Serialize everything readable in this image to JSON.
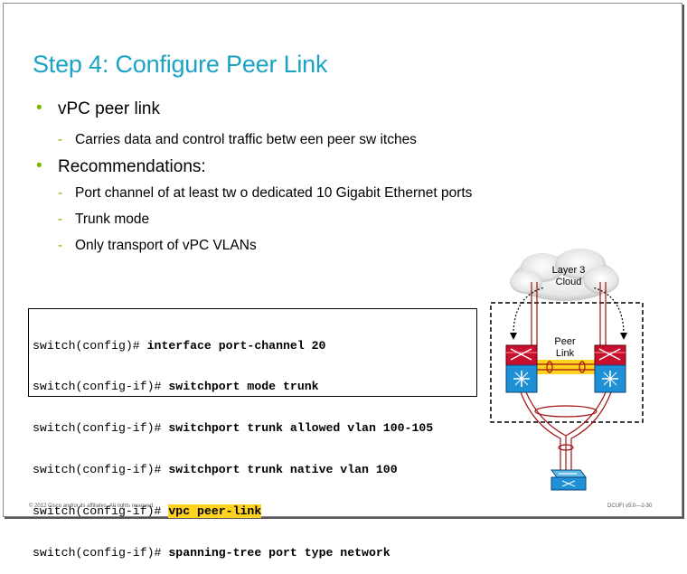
{
  "slide": {
    "title": "Step 4: Configure  Peer Link",
    "bullets": [
      {
        "text": "vPC peer link",
        "subs": [
          "Carries data and control traffic betw een peer sw itches"
        ]
      },
      {
        "text": "Recommendations:",
        "subs": [
          "Port channel of at least tw o dedicated  10 Gigabit  Ethernet  ports",
          "Trunk mode",
          "Only transport of vPC  VLANs"
        ]
      }
    ],
    "code": [
      {
        "prompt": "switch(config)# ",
        "cmd": "interface port-channel 20",
        "highlight": false
      },
      {
        "prompt": "switch(config-if)# ",
        "cmd": "switchport mode trunk",
        "highlight": false
      },
      {
        "prompt": "switch(config-if)# ",
        "cmd": "switchport trunk allowed vlan 100-105",
        "highlight": false
      },
      {
        "prompt": "switch(config-if)# ",
        "cmd": "switchport trunk native vlan 100",
        "highlight": false
      },
      {
        "prompt": "switch(config-if)# ",
        "cmd": "vpc peer-link",
        "highlight": true
      },
      {
        "prompt": "switch(config-if)# ",
        "cmd": "spanning-tree port type network",
        "highlight": false
      }
    ],
    "diagram": {
      "cloud_label_1": "Layer 3",
      "cloud_label_2": "Cloud",
      "peer_label_1": "Peer",
      "peer_label_2": "Link"
    },
    "footer_left": "© 2012 Cisco and/or its affiliates. All rights reserved.",
    "footer_right": "DCUFI v5.0—2-30",
    "colors": {
      "title": "#1aa3c4",
      "bullet": "#7ab800",
      "highlight": "#ffd21f",
      "link_red": "#a01010"
    }
  }
}
